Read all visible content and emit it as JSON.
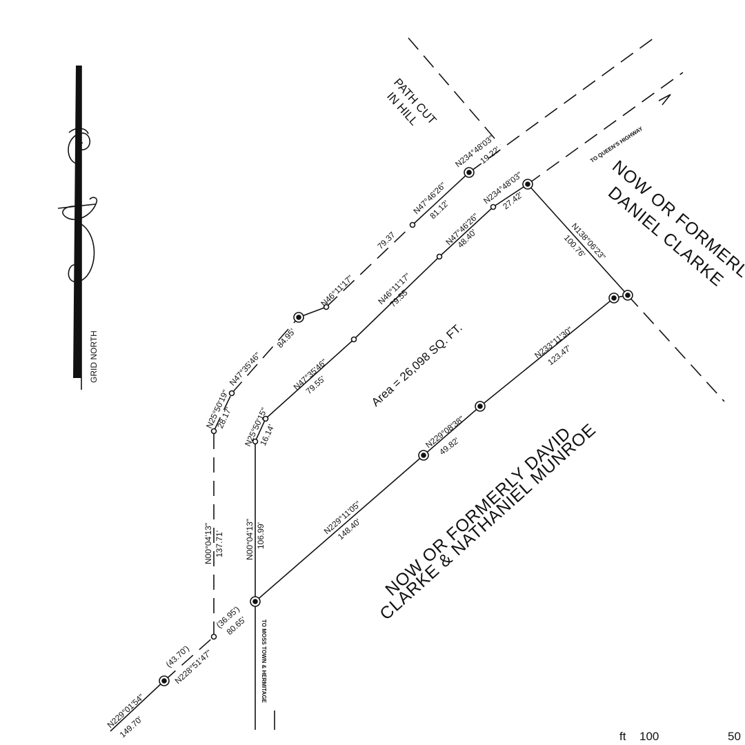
{
  "north_arrow": {
    "label": "GRID NORTH"
  },
  "notes": {
    "path_cut": [
      "PATH CUT",
      "IN HILL"
    ],
    "to_queens_highway": "TO QUEEN'S HIGHWAY",
    "to_moss_town": "TO MOSS TOWN & HERMITAGE"
  },
  "owners": {
    "northeast": [
      "NOW OR FORMERLY",
      "DANIEL CLARKE"
    ],
    "southeast": [
      "NOW OR FORMERLY DAVID",
      "CLARKE & NATHANIEL MUNROE"
    ]
  },
  "area": "Area = 26,098 SQ. FT.",
  "courses": {
    "outer": [
      {
        "bearing": "N229°01'54\"",
        "distance": "149.70'"
      },
      {
        "bearing": "(43.70')",
        "distance": "N228°51'47\""
      },
      {
        "bearing": "N00°04'13\"",
        "distance": "137.71'"
      },
      {
        "bearing": "N25°50'19\"",
        "distance": "28.17'"
      },
      {
        "bearing": "N47°35'46\"",
        "distance": "84.95'"
      },
      {
        "bearing": "N46°11'17\"",
        "distance": "79.37"
      },
      {
        "bearing": "N47°46'26\"",
        "distance": "81.12'"
      },
      {
        "bearing": "N234°48'03\"",
        "distance": "19.22'"
      }
    ],
    "boundary": [
      {
        "bearing": "N00°04'13\"",
        "distance": "106.99'"
      },
      {
        "bearing": "N25°50'15\"",
        "distance": "16.14'"
      },
      {
        "bearing": "N47°35'46\"",
        "distance": "79.55'"
      },
      {
        "bearing": "N46°11'17\"",
        "distance": "79.55"
      },
      {
        "bearing": "N47°46'26\"",
        "distance": "48.40'"
      },
      {
        "bearing": "N234°48'03\"",
        "distance": "27.42'"
      },
      {
        "bearing": "N138°06'23\"",
        "distance": "100.76'"
      },
      {
        "bearing": "N233°11'30\"",
        "distance": "123.47'"
      },
      {
        "bearing": "N229°08'38\"",
        "distance": "49.82'"
      },
      {
        "bearing": "N229°11'05\"",
        "distance": "148.40'"
      },
      {
        "bearing": "(36.95')",
        "distance": "80.65'"
      }
    ]
  },
  "scale": {
    "unit": "ft",
    "left": "100",
    "right": "50"
  }
}
